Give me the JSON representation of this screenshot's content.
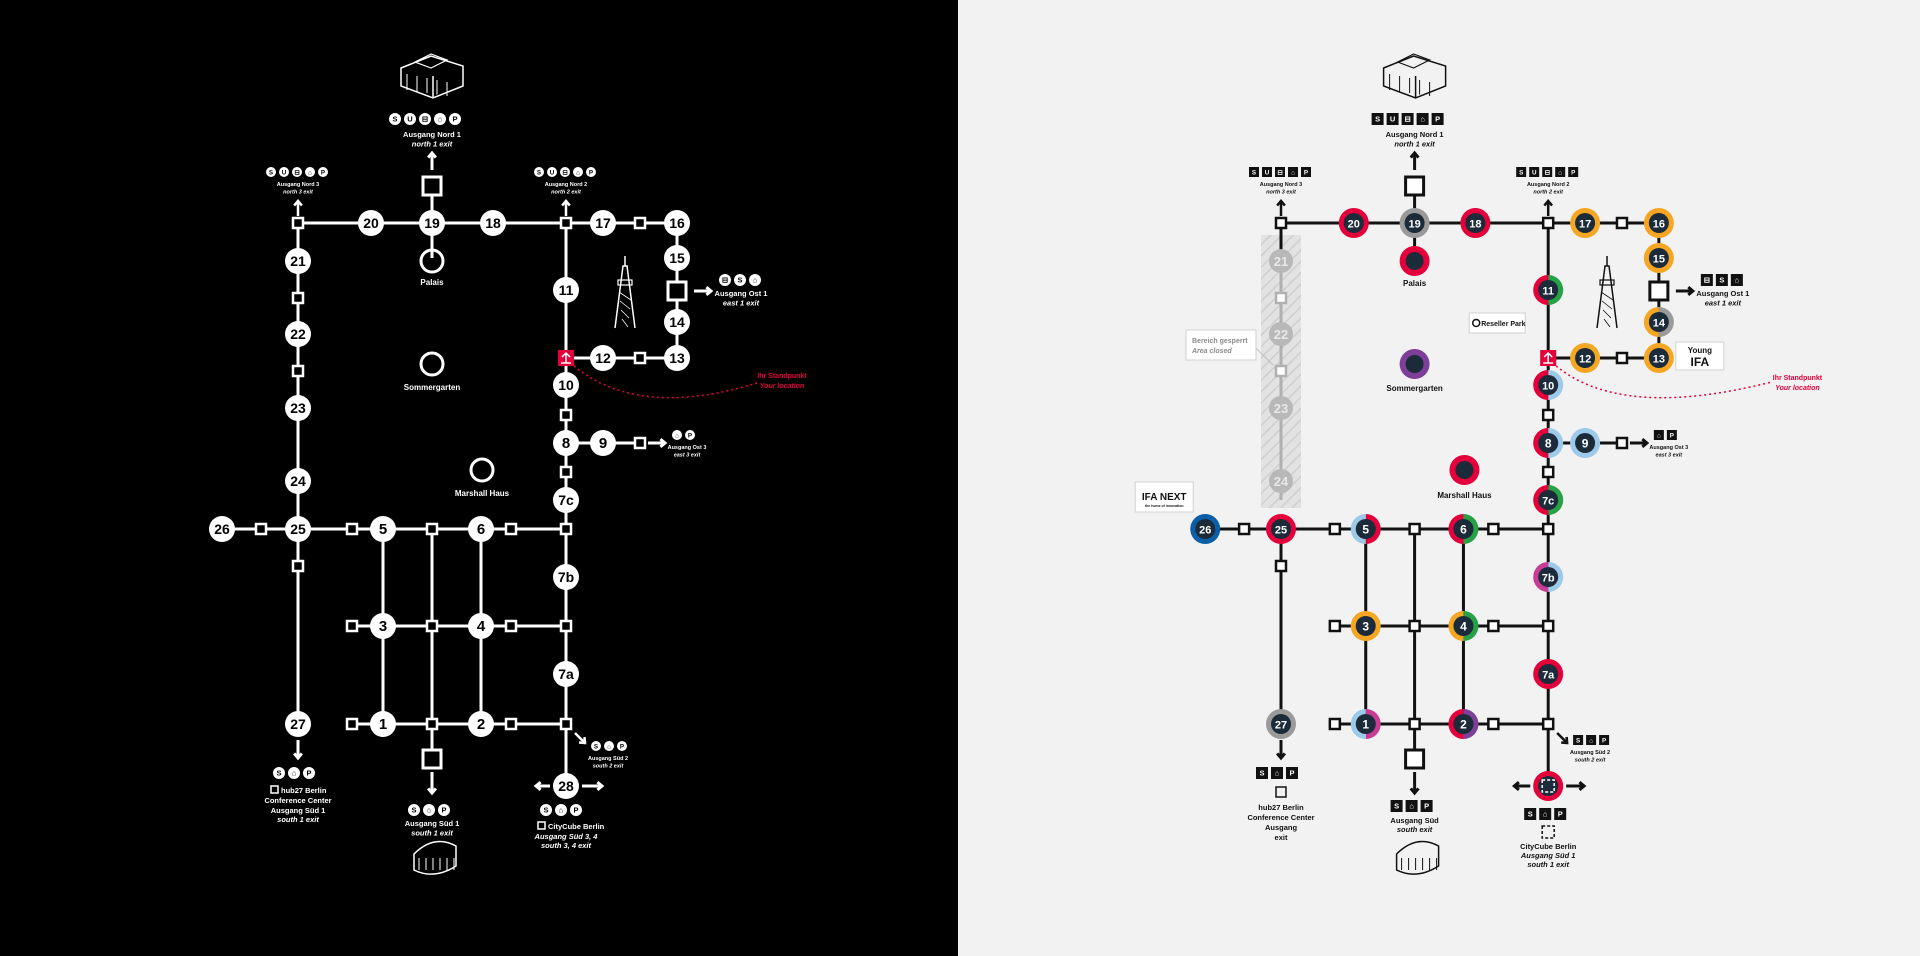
{
  "colors": {
    "dark_bg": "#000000",
    "light_bg": "#f2f2f2",
    "location_red": "#e4003a",
    "ifa_red": "#e4003a",
    "orange": "#f5a623",
    "light_blue": "#9ccae8",
    "dark_blue": "#0a5fa8",
    "green": "#27a046",
    "purple": "#7e3f98",
    "magenta": "#c83c96",
    "grey": "#9a9a9a",
    "navy": "#1c2b3a"
  },
  "halls": [
    "1",
    "2",
    "3",
    "4",
    "5",
    "6",
    "7a",
    "7b",
    "7c",
    "8",
    "9",
    "10",
    "11",
    "12",
    "13",
    "14",
    "15",
    "16",
    "17",
    "18",
    "19",
    "20",
    "21",
    "22",
    "23",
    "24",
    "25",
    "26",
    "27",
    "28"
  ],
  "venues": {
    "palais": "Palais",
    "sommergarten": "Sommergarten",
    "marshall_haus": "Marshall Haus"
  },
  "exits": {
    "nord1": {
      "de": "Ausgang Nord 1",
      "en": "north 1 exit",
      "transport_dark": [
        "S",
        "U",
        "bus-icon",
        "taxi-icon",
        "P"
      ],
      "transport_light": [
        "S",
        "U",
        "bus-icon",
        "taxi-icon",
        "P"
      ]
    },
    "nord3": {
      "de": "Ausgang Nord 3",
      "en": "north 3 exit",
      "transport": [
        "S",
        "U",
        "bus-icon",
        "taxi-icon",
        "P"
      ]
    },
    "nord2": {
      "de": "Ausgang Nord 2",
      "en": "north 2 exit",
      "transport": [
        "S",
        "U",
        "bus-icon",
        "taxi-icon",
        "P"
      ]
    },
    "ost1": {
      "de": "Ausgang Ost 1",
      "en": "east 1 exit",
      "transport": [
        "bus-icon",
        "S",
        "taxi-icon"
      ]
    },
    "ost3": {
      "de": "Ausgang Ost 3",
      "en": "east 3 exit",
      "transport": [
        "taxi-icon",
        "P"
      ]
    },
    "sued1_left": {
      "de": "Ausgang Süd 1",
      "en": "south 1 exit",
      "transport": [
        "S",
        "taxi-icon",
        "P"
      ]
    },
    "sued1_mid": {
      "de": "Ausgang Süd 1",
      "en": "south 1 exit",
      "transport": [
        "S",
        "taxi-icon",
        "P"
      ]
    },
    "sued2": {
      "de": "Ausgang Süd 2",
      "en": "south 2 exit",
      "transport": [
        "S",
        "taxi-icon",
        "P"
      ]
    },
    "sued34": {
      "de": "Ausgang Süd 3, 4",
      "en": "south 3, 4 exit",
      "transport": [
        "S",
        "taxi-icon",
        "P"
      ]
    }
  },
  "venue_labels": {
    "hub27_dark": {
      "name": "hub27 Berlin",
      "sub": "Conference Center",
      "exit_de": "Ausgang Süd 1",
      "exit_en": "south 1 exit"
    },
    "citycube_dark": {
      "name": "CityCube Berlin",
      "exit_de": "Ausgang Süd 3, 4",
      "exit_en": "south 3, 4 exit"
    },
    "hub27_light": {
      "line1": "hub27 Berlin",
      "line2": "Conference Center",
      "line3": "Ausgang",
      "line4": "exit"
    },
    "sued_light": {
      "de": "Ausgang Süd",
      "en": "south exit"
    },
    "citycube_light": {
      "name": "CityCube Berlin",
      "exit_de": "Ausgang Süd 1",
      "exit_en": "south 1 exit"
    }
  },
  "location": {
    "de": "Ihr Standpunkt",
    "en": "Your location"
  },
  "callouts": {
    "closed_de": "Bereich gesperrt",
    "closed_en": "Area closed",
    "reseller": "Reseller Park",
    "young_ifa_1": "Young",
    "young_ifa_2": "IFA",
    "ifa_next": "IFA NEXT",
    "ifa_next_sub": "the home of innovation"
  }
}
